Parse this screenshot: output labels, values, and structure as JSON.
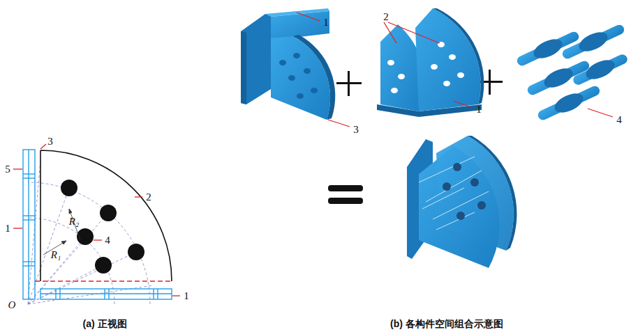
{
  "diagram": {
    "labels": [
      "3",
      "5",
      "2",
      "1",
      "R₂",
      "4",
      "R₁",
      "O",
      "1",
      "(a) 正视图",
      "1",
      "2",
      "3",
      "1",
      "4",
      "(b) 各构件空间组合示意图"
    ]
  }
}
